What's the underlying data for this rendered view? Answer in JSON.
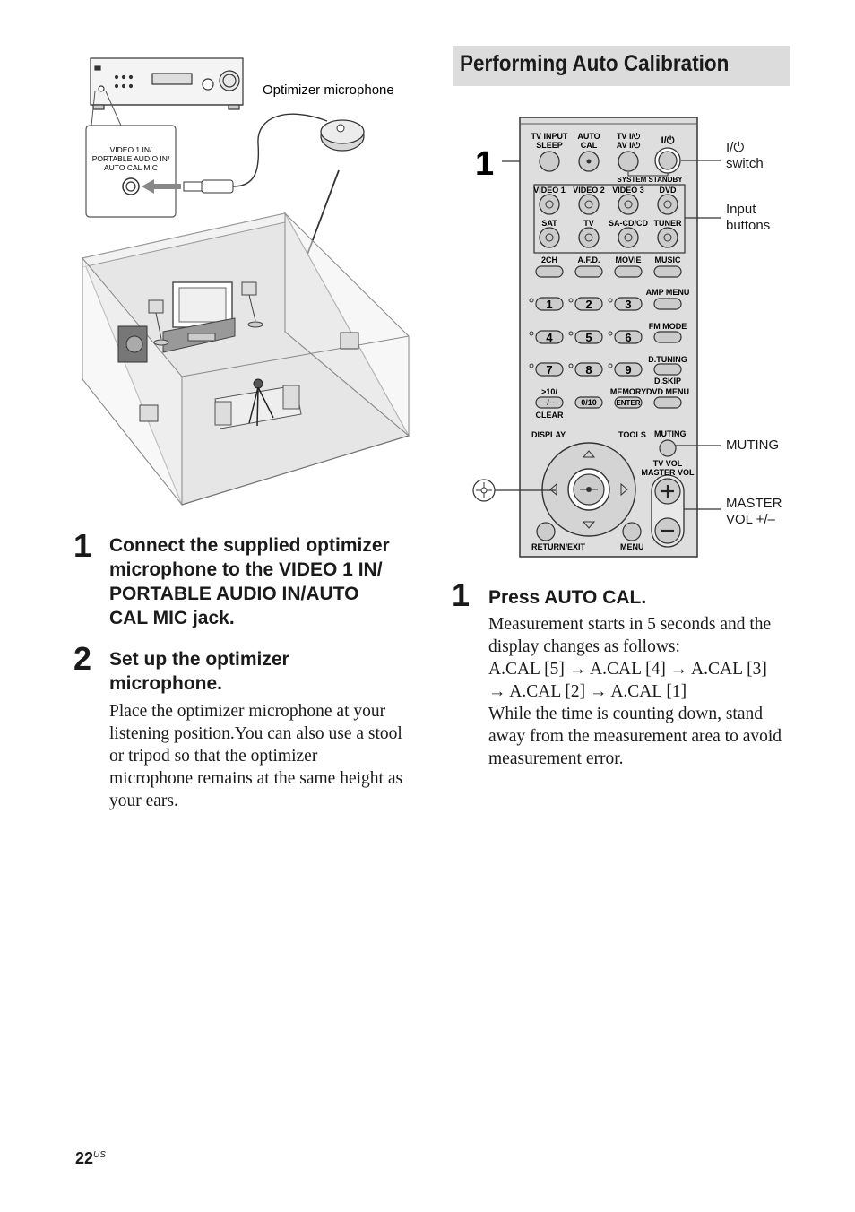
{
  "diagram_left": {
    "mic_label": "Optimizer microphone",
    "jack_label_lines": [
      "VIDEO 1 IN/",
      "PORTABLE AUDIO IN/",
      "AUTO CAL MIC"
    ]
  },
  "section_title": "Performing Auto Calibration",
  "steps_left": [
    {
      "number": "1",
      "title_lines": [
        "Connect the supplied optimizer",
        "microphone to the VIDEO 1 IN/",
        "PORTABLE AUDIO IN/AUTO",
        "CAL MIC jack."
      ]
    },
    {
      "number": "2",
      "title_lines": [
        "Set up the optimizer",
        "microphone."
      ],
      "body_lines": [
        "Place the optimizer microphone at your",
        "listening position.You can also use a stool",
        "or tripod so that the optimizer",
        "microphone remains at the same height as",
        "your ears."
      ]
    }
  ],
  "step_right": {
    "number": "1",
    "title": "Press AUTO CAL.",
    "body_lines": [
      "Measurement starts in 5 seconds and the",
      "display changes as follows:",
      "A.CAL [5] → A.CAL [4] → A.CAL [3]",
      "→ A.CAL [2] → A.CAL [1]",
      "While the time is counting down, stand",
      "away from the measurement area to avoid",
      "measurement error."
    ]
  },
  "remote": {
    "callout_number": "1",
    "top_row": [
      "TV INPUT",
      "SLEEP",
      "AUTO",
      "CAL",
      "TV I/⏻",
      "AV I/⏻",
      "I/⏻"
    ],
    "system_standby": "SYSTEM STANDBY",
    "input_row1": [
      "VIDEO 1",
      "VIDEO 2",
      "VIDEO 3",
      "DVD"
    ],
    "input_row2": [
      "SAT",
      "TV",
      "SA-CD/CD",
      "TUNER"
    ],
    "mode_row": [
      "2CH",
      "A.F.D.",
      "MOVIE",
      "MUSIC"
    ],
    "numpad": [
      "1",
      "2",
      "3",
      "4",
      "5",
      "6",
      "7",
      "8",
      "9"
    ],
    "side_labels": [
      "AMP MENU",
      "FM MODE",
      "D.TUNING",
      "D.SKIP"
    ],
    "bottom_keys": {
      "ten": ">10/",
      "dash": "-/--",
      "clear": "CLEAR",
      "zero": "0/10",
      "memory": "MEMORY",
      "enter": "ENTER",
      "dvd_menu": "DVD MENU"
    },
    "lower": {
      "display": "DISPLAY",
      "tools": "TOOLS",
      "muting": "MUTING",
      "tv_vol": "TV VOL",
      "master_vol": "MASTER VOL",
      "return": "RETURN/EXIT",
      "menu": "MENU"
    }
  },
  "callouts": {
    "power_switch_lines": [
      "I/⏻",
      "switch"
    ],
    "input_buttons_lines": [
      "Input",
      "buttons"
    ],
    "muting": "MUTING",
    "master_vol_lines": [
      "MASTER",
      "VOL +/–"
    ]
  },
  "footer": {
    "page_number": "22",
    "page_suffix": "US"
  }
}
